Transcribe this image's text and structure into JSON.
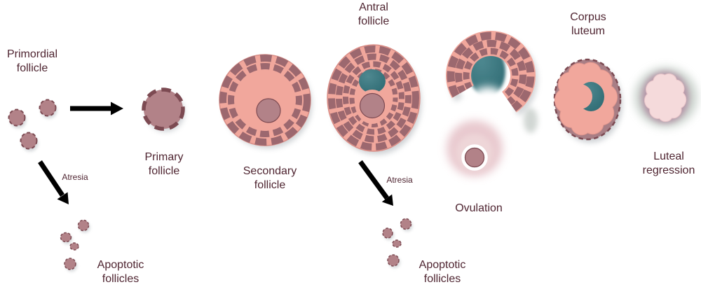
{
  "stages": [
    {
      "id": "primordial-follicle",
      "label": "Primordial follicle"
    },
    {
      "id": "primary-follicle",
      "label": "Primary follicle"
    },
    {
      "id": "secondary-follicle",
      "label": "Secondary follicle"
    },
    {
      "id": "antral-follicle",
      "label": "Antral follicle"
    },
    {
      "id": "ovulation",
      "label": "Ovulation"
    },
    {
      "id": "corpus-luteum",
      "label": "Corpus luteum"
    },
    {
      "id": "luteal-regression",
      "label": "Luteal regression"
    }
  ],
  "atresia": {
    "left_label": "Atresia",
    "right_label": "Atresia"
  },
  "apoptotic": {
    "left_label": "Apoptotic follicles",
    "right_label": "Apoptotic follicles"
  },
  "colors": {
    "label_text": "#4f2531",
    "follicle_fill": "#b28288",
    "follicle_border": "#7c4a52",
    "granulosa_salmon": "#f1a79c",
    "theca_brick": "#9c686f",
    "antrum_teal": "#2e6a72",
    "corpus_luteum_outer": "#a87e85",
    "egg_glow_pink": "#e6c3c9",
    "luteal_pink": "#f5dadb",
    "regression_ring": "#b18da2",
    "regression_halo": "#b6c1b9",
    "arrow": "#000000"
  }
}
